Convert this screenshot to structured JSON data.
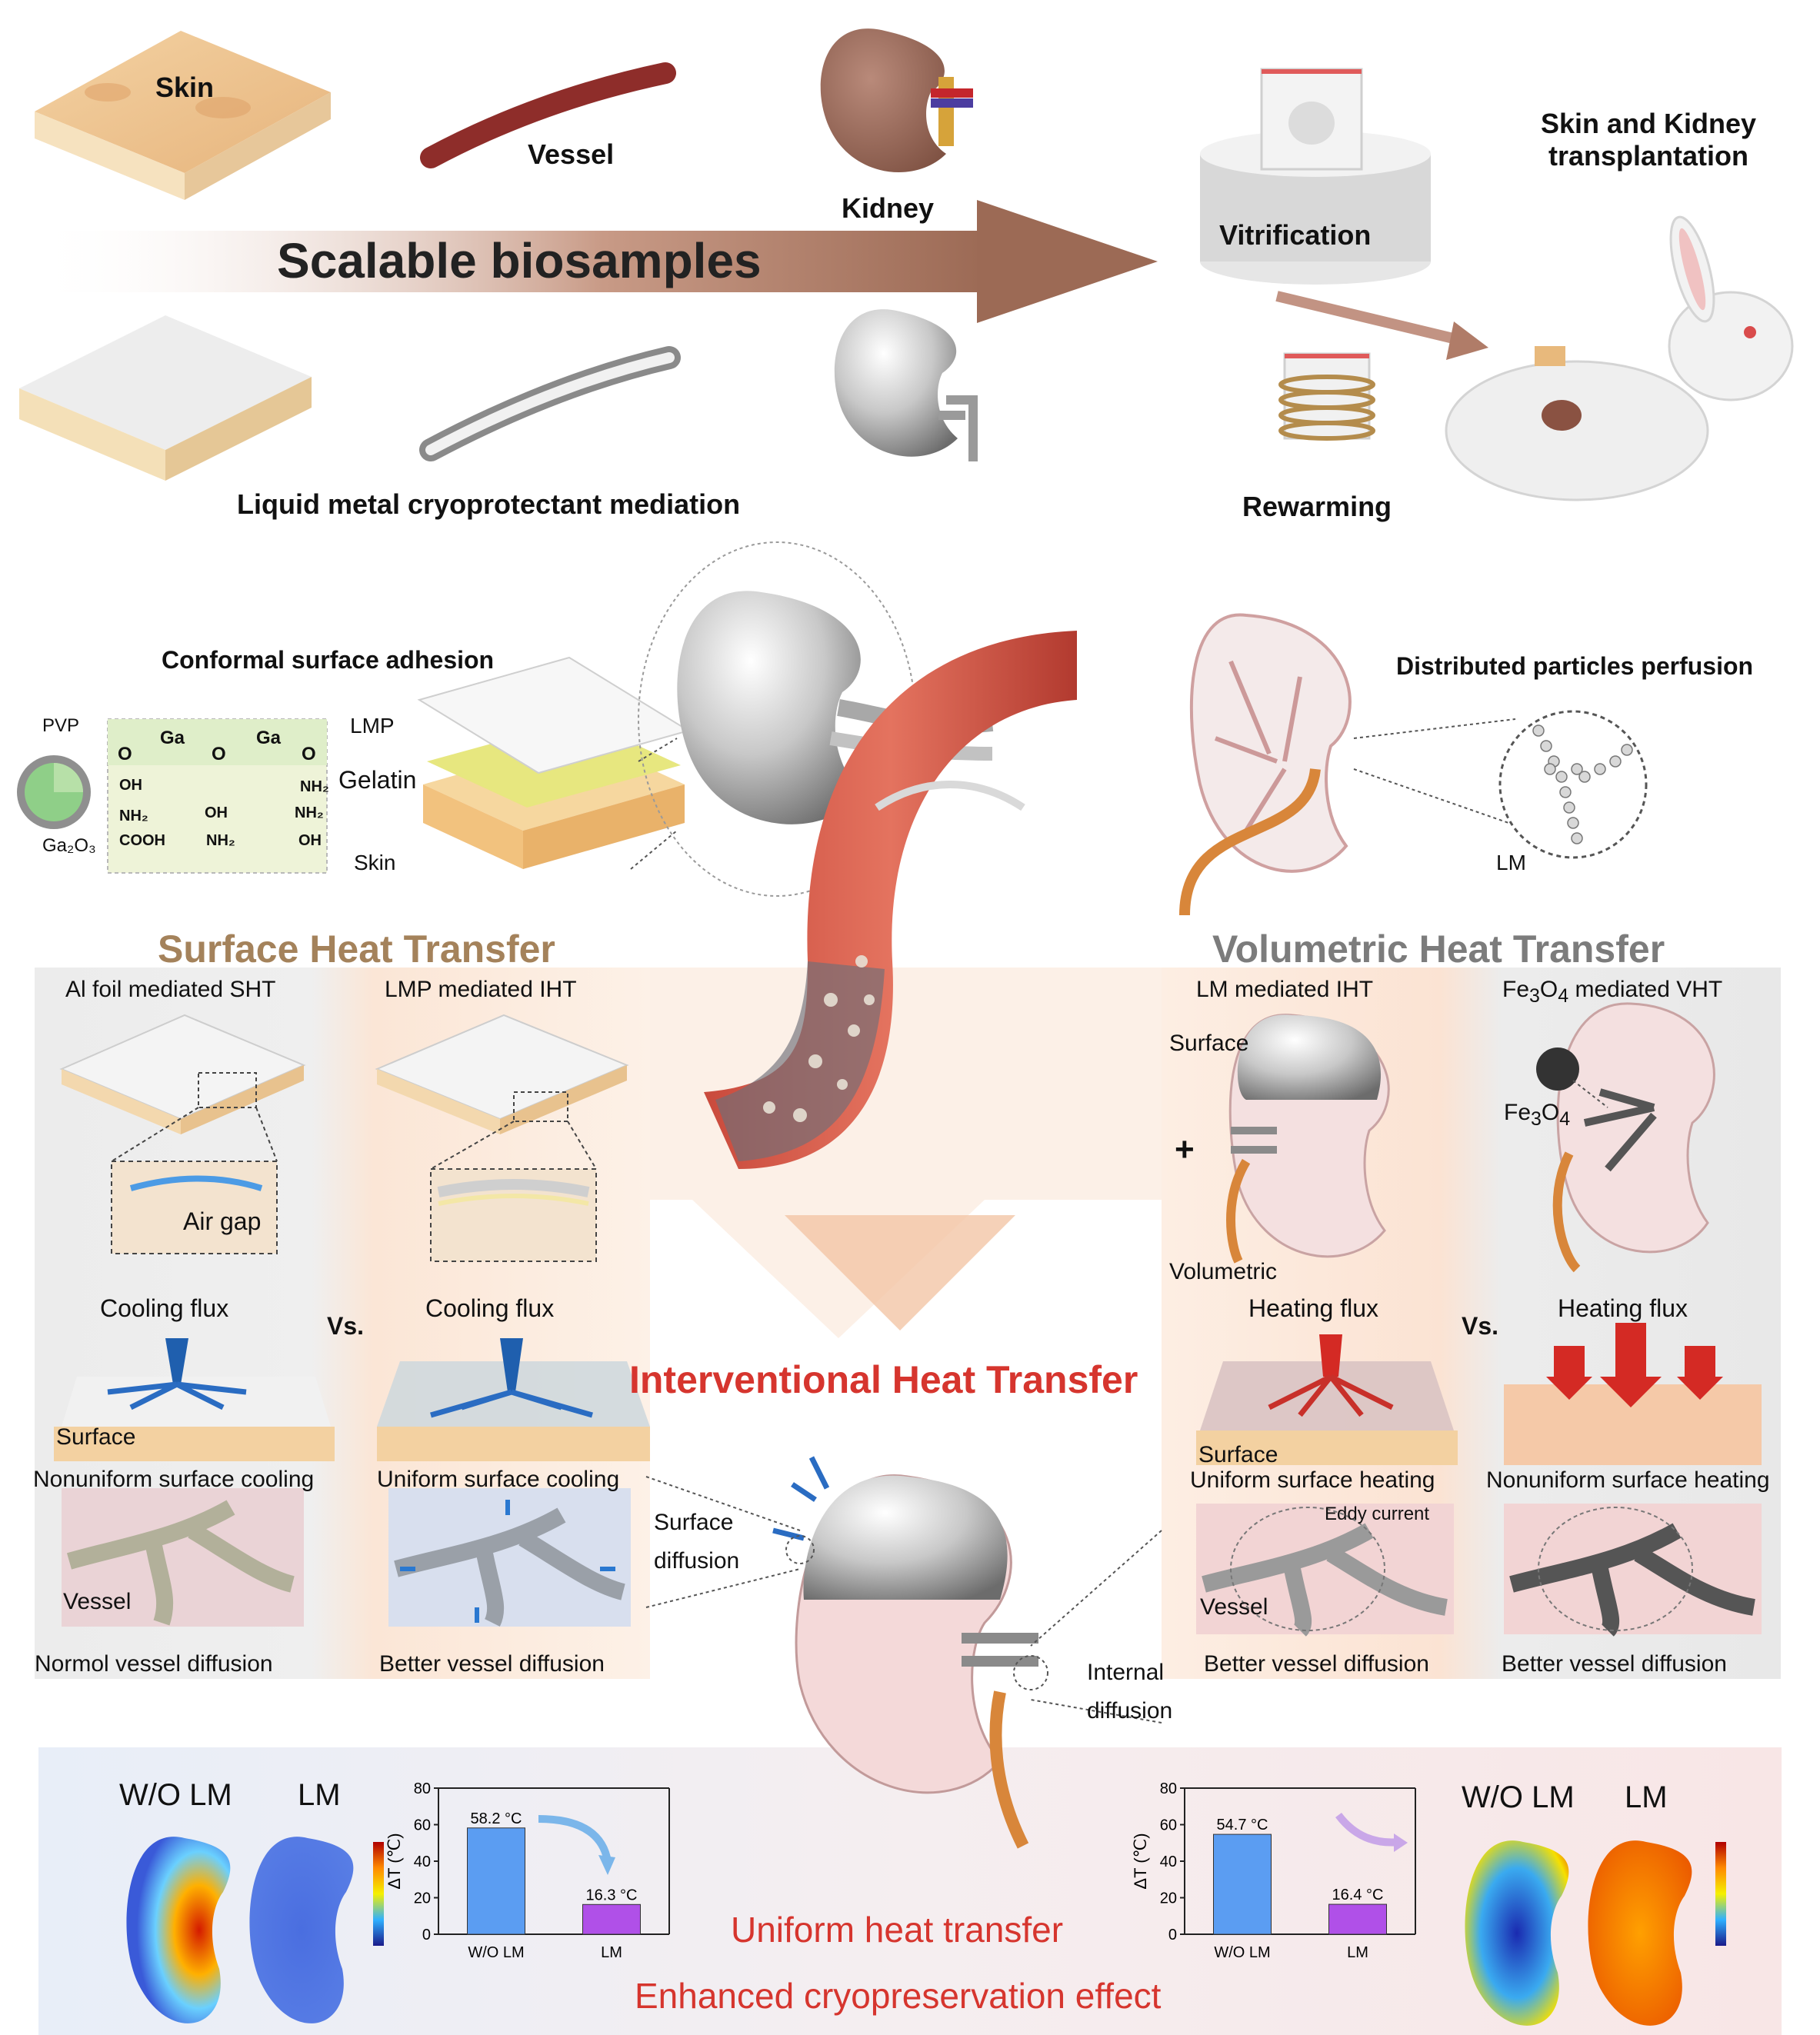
{
  "top": {
    "skin": "Skin",
    "vessel": "Vessel",
    "kidney": "Kidney",
    "scalable": "Scalable biosamples",
    "lm_mediation": "Liquid metal cryoprotectant mediation",
    "vitrification": "Vitrification",
    "rewarming": "Rewarming",
    "transplant_line1": "Skin and Kidney",
    "transplant_line2": "transplantation"
  },
  "middle": {
    "conformal": "Conformal surface adhesion",
    "pvp": "PVP",
    "ga2o3": "Ga₂O₃",
    "ga": "Ga",
    "o": "O",
    "oh": "OH",
    "nh2": "NH₂",
    "cooh": "COOH",
    "lmp": "LMP",
    "gelatin": "Gelatin",
    "skin": "Skin",
    "distributed": "Distributed particles perfusion",
    "lm": "LM"
  },
  "sht": {
    "title": "Surface Heat Transfer",
    "col1_title": "Al foil mediated SHT",
    "col2_title": "LMP mediated IHT",
    "air_gap": "Air gap",
    "cooling_flux": "Cooling flux",
    "vs": "Vs.",
    "surface": "Surface",
    "nonuniform": "Nonuniform surface cooling",
    "uniform": "Uniform surface cooling",
    "vessel": "Vessel",
    "normal_diffusion": "Normol vessel diffusion",
    "better_diffusion": "Better vessel diffusion"
  },
  "vht": {
    "title": "Volumetric Heat Transfer",
    "col1_title": "LM mediated IHT",
    "col2_title_pre": "Fe",
    "col2_sub1": "3",
    "col2_mid": "O",
    "col2_sub2": "4",
    "col2_post": " mediated VHT",
    "surface": "Surface",
    "plus": "+",
    "volumetric": "Volumetric",
    "fe3o4_pre": "Fe",
    "fe3o4_s1": "3",
    "fe3o4_mid": "O",
    "fe3o4_s2": "4",
    "heating_flux": "Heating flux",
    "vs": "Vs.",
    "surface2": "Surface",
    "uniform": "Uniform surface heating",
    "nonuniform": "Nonuniform surface heating",
    "eddy": "Eddy current",
    "vessel": "Vessel",
    "better_diffusion": "Better vessel diffusion"
  },
  "center": {
    "iht": "Interventional Heat Transfer",
    "surface_diff_1": "Surface",
    "surface_diff_2": "diffusion",
    "internal_diff_1": "Internal",
    "internal_diff_2": "diffusion",
    "uniform_ht": "Uniform heat transfer",
    "enhanced": "Enhanced cryopreservation effect"
  },
  "bottom_left": {
    "wo_lm": "W/O LM",
    "lm": "LM"
  },
  "bottom_right": {
    "wo_lm": "W/O LM",
    "lm": "LM"
  },
  "chart_data": [
    {
      "type": "bar",
      "categories": [
        "W/O LM",
        "LM"
      ],
      "values": [
        58.2,
        16.3
      ],
      "data_labels": [
        "58.2 °C",
        "16.3 °C"
      ],
      "ylabel": "ΔT (℃)",
      "ylim": [
        0,
        80
      ],
      "yticks": [
        "0",
        "20",
        "40",
        "60",
        "80"
      ],
      "colors": [
        "#5b9df2",
        "#b050e8"
      ]
    },
    {
      "type": "bar",
      "categories": [
        "W/O LM",
        "LM"
      ],
      "values": [
        54.7,
        16.4
      ],
      "data_labels": [
        "54.7 °C",
        "16.4 °C"
      ],
      "ylabel": "ΔT (℃)",
      "ylim": [
        0,
        80
      ],
      "yticks": [
        "0",
        "20",
        "40",
        "60",
        "80"
      ],
      "colors": [
        "#5b9df2",
        "#b050e8"
      ]
    }
  ]
}
